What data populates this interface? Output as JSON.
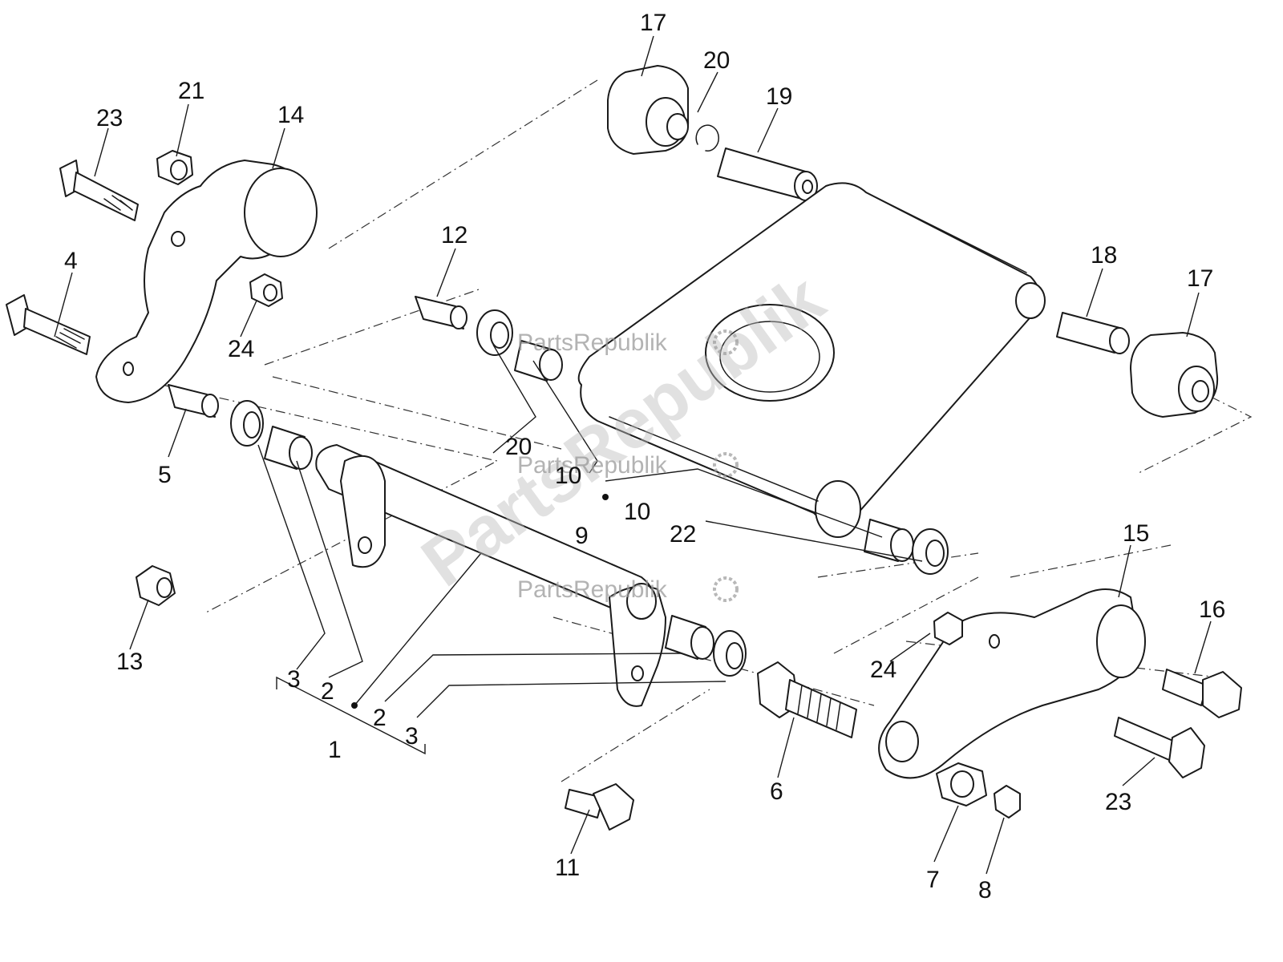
{
  "callouts": [
    "17",
    "20",
    "19",
    "21",
    "23",
    "14",
    "12",
    "18",
    "17",
    "4",
    "24",
    "5",
    "20",
    "10",
    "10",
    "9",
    "22",
    "15",
    "16",
    "13",
    "3",
    "2",
    "2",
    "3",
    "1",
    "24",
    "6",
    "23",
    "11",
    "7",
    "8"
  ],
  "watermark": {
    "brand": "PartsRepublik",
    "diagonal": "PartsRepublik",
    "color": "#9a9a9a"
  },
  "colors": {
    "line": "#1a1a1a",
    "background": "#ffffff"
  }
}
